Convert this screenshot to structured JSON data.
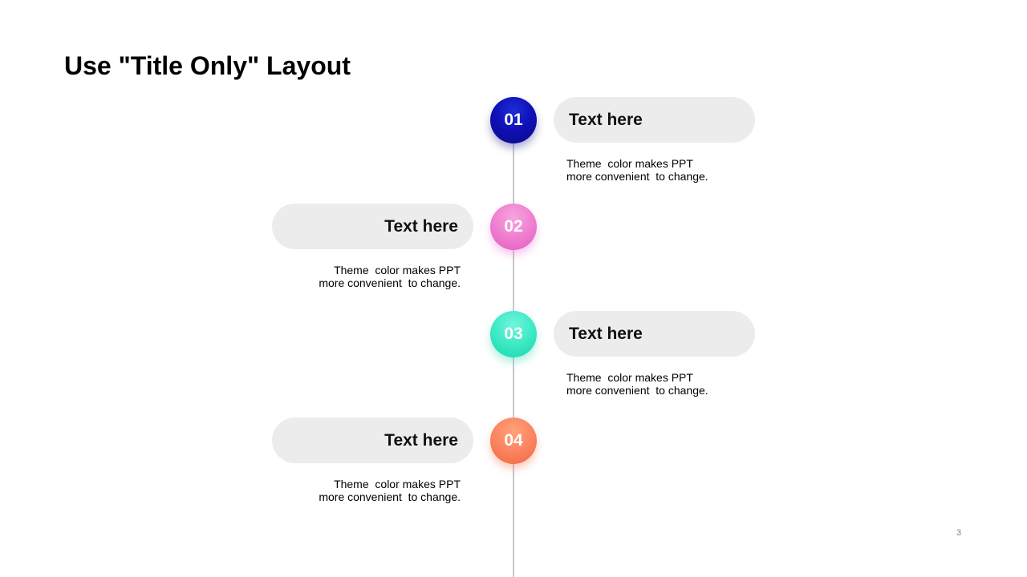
{
  "slide": {
    "title": "Use \"Title Only\" Layout",
    "page_number": "3"
  },
  "timeline": {
    "items": [
      {
        "number": "01",
        "heading": "Text here",
        "description": "Theme  color makes PPT\nmore convenient  to change.",
        "side": "right",
        "color": "#1010B8"
      },
      {
        "number": "02",
        "heading": "Text here",
        "description": "Theme  color makes PPT\nmore convenient  to change.",
        "side": "left",
        "color": "#F07FD0"
      },
      {
        "number": "03",
        "heading": "Text here",
        "description": "Theme  color makes PPT\nmore convenient  to change.",
        "side": "right",
        "color": "#3EE9C5"
      },
      {
        "number": "04",
        "heading": "Text here",
        "description": "Theme  color makes PPT\nmore convenient  to change.",
        "side": "left",
        "color": "#FB8462"
      }
    ]
  }
}
